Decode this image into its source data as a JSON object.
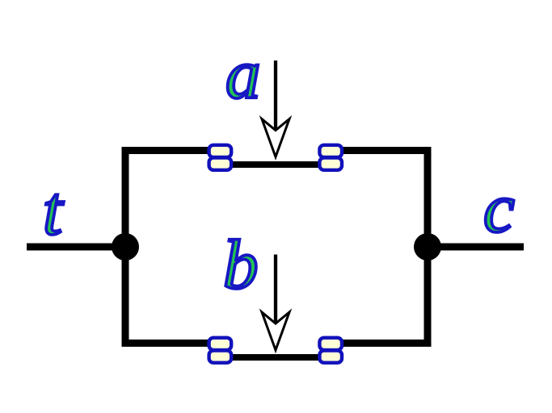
{
  "diagram": {
    "title": "parallel-contact-circuit",
    "labels": {
      "input_terminal": "t",
      "output_terminal": "c",
      "top_branch": "a",
      "bottom_branch": "b"
    },
    "colors": {
      "background": "#ffffff",
      "wire": "#000000",
      "label_fill": "#22c353",
      "label_stroke": "#1717c4",
      "contact_border": "#1111bb",
      "contact_fill": "#fdfdd8",
      "arrowhead_fill": "#ffffff"
    }
  }
}
